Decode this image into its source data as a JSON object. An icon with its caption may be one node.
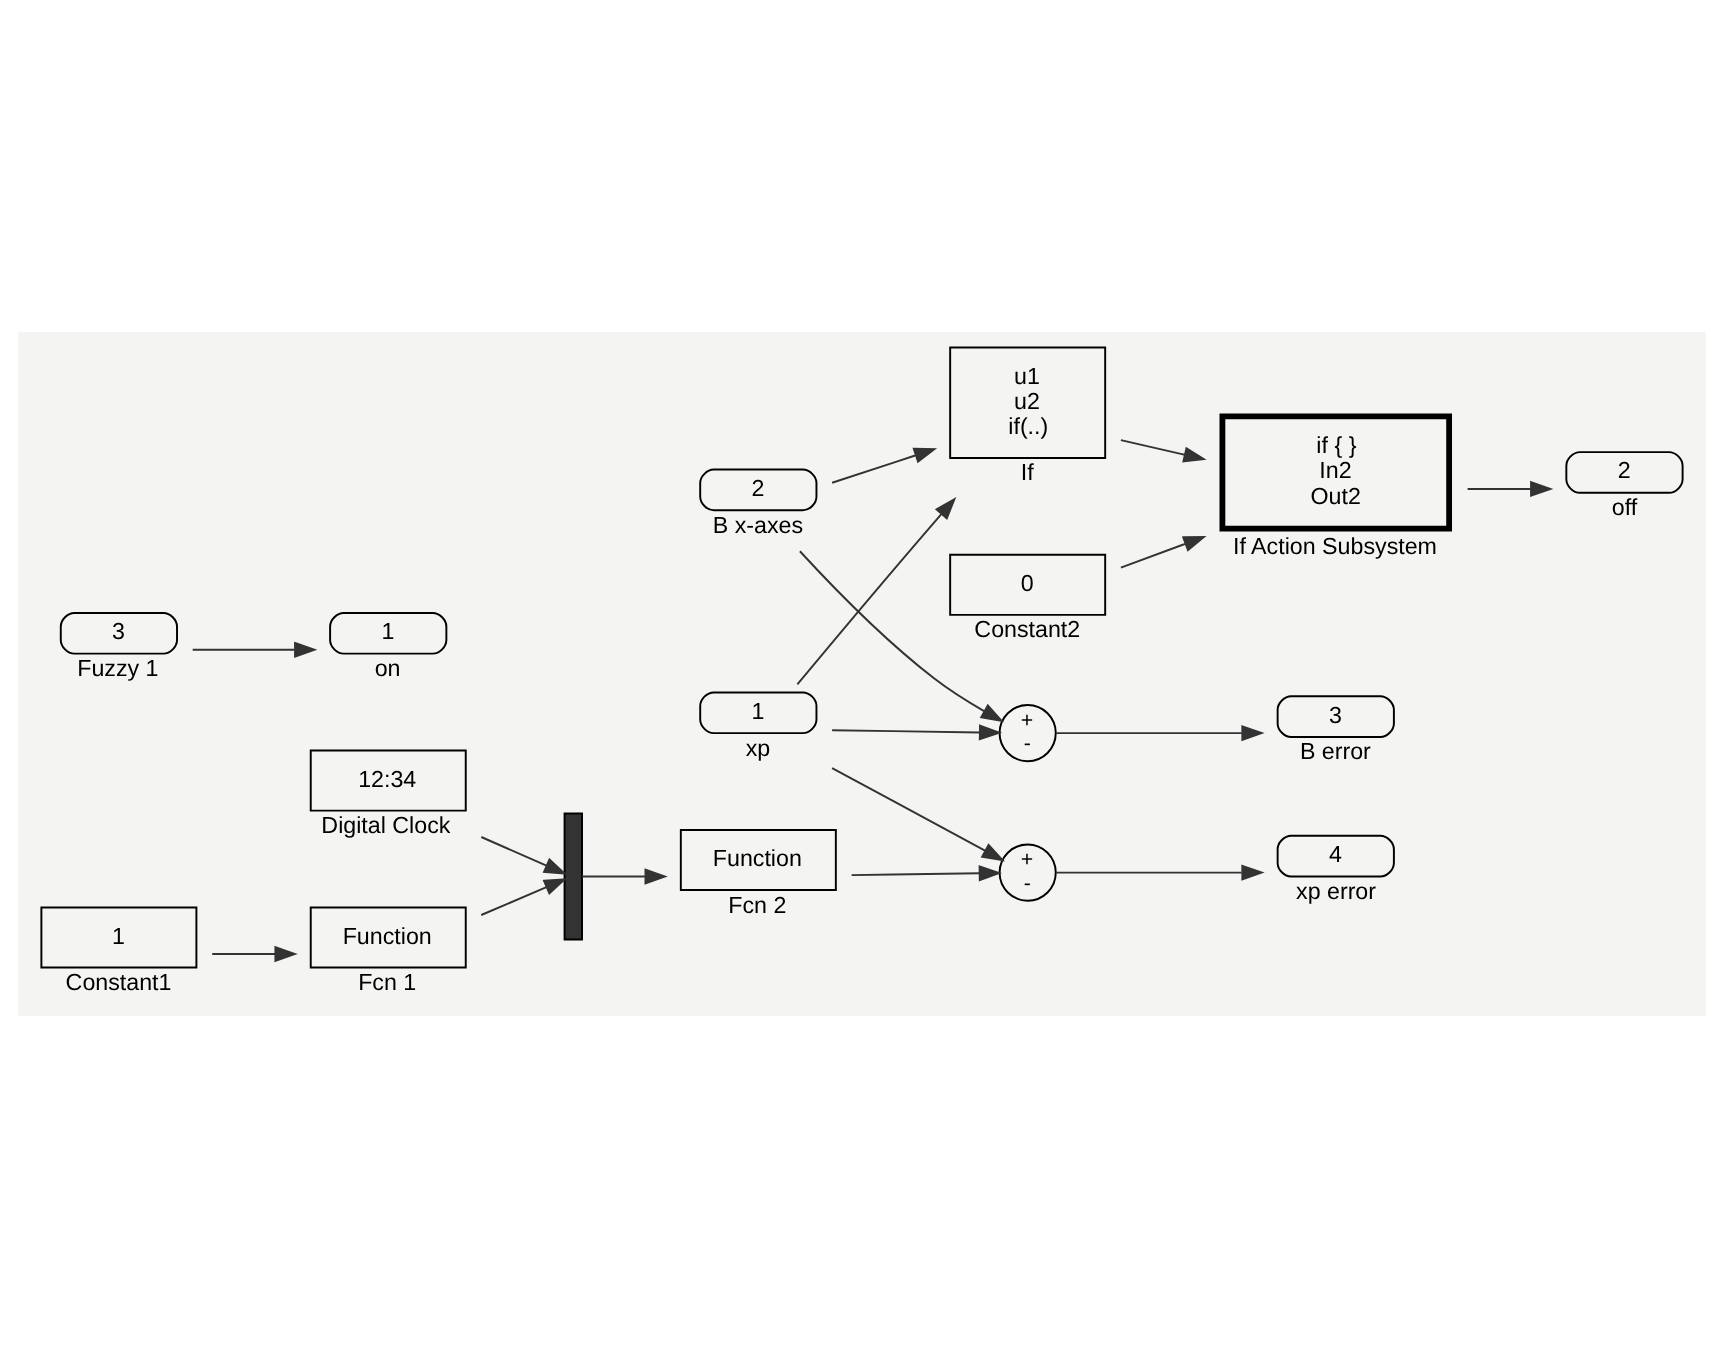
{
  "diagram": {
    "nodes": [
      {
        "text": [
          "1"
        ],
        "beside": [
          "xp"
        ]
      },
      {
        "text": [
          "2"
        ],
        "beside": [
          "B x-axes"
        ]
      },
      {
        "text": [
          "u1",
          "u2",
          "if(..)"
        ],
        "beside": [
          "If"
        ]
      },
      {
        "text": [
          "0"
        ],
        "beside": [
          "Constant2"
        ]
      },
      {
        "text": [
          "if { }",
          "In2",
          "Out2"
        ],
        "beside": [
          "If Action Subsystem"
        ]
      },
      {
        "text": [
          "2"
        ],
        "beside": [
          "off"
        ]
      },
      {
        "text": [
          "+",
          "-"
        ]
      },
      {
        "text": [
          "3"
        ],
        "beside": [
          "B error"
        ]
      },
      {
        "text": [
          "+",
          "-"
        ]
      },
      {
        "text": [
          "4"
        ],
        "beside": [
          "xp error"
        ]
      },
      {
        "text": [
          "12:34"
        ],
        "beside": [
          "Digital Clock"
        ]
      },
      {
        "text": [],
        "shape": "bar"
      },
      {
        "text": [
          "Function"
        ],
        "beside": [
          "Fcn 2"
        ]
      },
      {
        "text": [
          "1"
        ],
        "beside": [
          "Constant1"
        ]
      },
      {
        "text": [
          "Function"
        ],
        "beside": [
          "Fcn 1"
        ]
      },
      {
        "text": [
          "3"
        ],
        "beside": [
          "Fuzzy 1"
        ]
      },
      {
        "text": [
          "1"
        ],
        "beside": [
          "on"
        ]
      }
    ],
    "edges": [
      {
        "from": 0,
        "to": 2,
        "arrow": "to"
      },
      {
        "from": 1,
        "to": 2,
        "arrow": "to"
      },
      {
        "from": 2,
        "to": 4,
        "arrow": "to"
      },
      {
        "from": 3,
        "to": 4,
        "arrow": "to"
      },
      {
        "from": 4,
        "to": 5,
        "arrow": "to"
      },
      {
        "from": 0,
        "to": 6,
        "arrow": "to"
      },
      {
        "from": 1,
        "to": 6,
        "arrow": "to"
      },
      {
        "from": 6,
        "to": 7,
        "arrow": "to"
      },
      {
        "from": 0,
        "to": 8,
        "arrow": "to"
      },
      {
        "from": 8,
        "to": 9,
        "arrow": "to"
      },
      {
        "from": 10,
        "to": 11,
        "arrow": "to"
      },
      {
        "from": 14,
        "to": 11,
        "arrow": "to"
      },
      {
        "from": 11,
        "to": 12,
        "arrow": "to"
      },
      {
        "from": 12,
        "to": 8,
        "arrow": "to"
      },
      {
        "from": 13,
        "to": 14,
        "arrow": "to"
      },
      {
        "from": 15,
        "to": 16,
        "arrow": "to"
      }
    ]
  }
}
